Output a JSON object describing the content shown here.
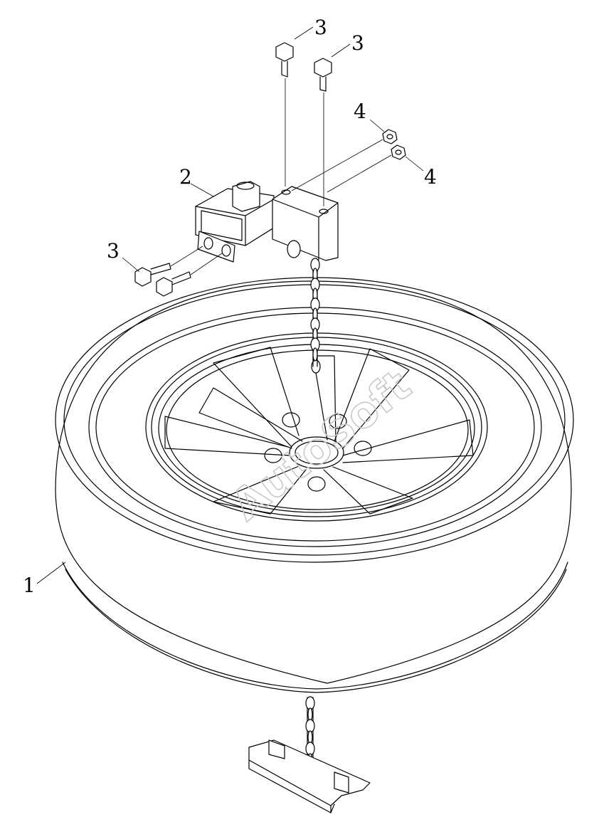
{
  "callouts": [
    {
      "id": "c1",
      "number": "1"
    },
    {
      "id": "c2",
      "number": "2"
    },
    {
      "id": "c3a",
      "number": "3"
    },
    {
      "id": "c3b",
      "number": "3"
    },
    {
      "id": "c3c",
      "number": "3"
    },
    {
      "id": "c4a",
      "number": "4"
    },
    {
      "id": "c4b",
      "number": "4"
    }
  ],
  "watermark": "AutoSoft"
}
